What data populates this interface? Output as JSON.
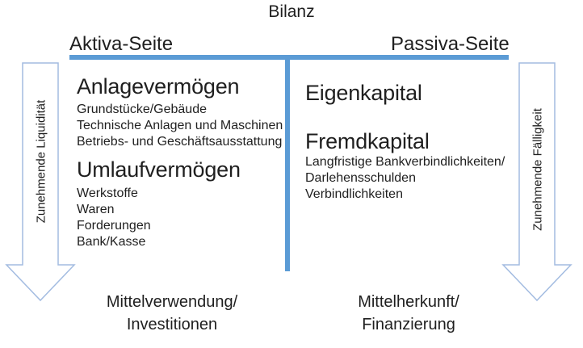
{
  "title": "Bilanz",
  "columns": {
    "left": {
      "header": "Aktiva-Seite",
      "sections": [
        {
          "heading": "Anlagevermögen",
          "items": [
            "Grundstücke/Gebäude",
            "Technische Anlagen und Maschinen",
            "Betriebs- und Geschäftsausstattung"
          ]
        },
        {
          "heading": "Umlaufvermögen",
          "items": [
            "Werkstoffe",
            "Waren",
            "Forderungen",
            "Bank/Kasse"
          ]
        }
      ],
      "caption": {
        "line1": "Mittelverwendung/",
        "line2": "Investitionen"
      },
      "arrow_label": "Zunehmende Liquidität"
    },
    "right": {
      "header": "Passiva-Seite",
      "sections": [
        {
          "heading": "Eigenkapital",
          "items": []
        },
        {
          "heading": "Fremdkapital",
          "items": [
            "Langfristige Bankverbindlichkeiten/",
            "Darlehensschulden",
            "Verbindlichkeiten"
          ]
        }
      ],
      "caption": {
        "line1": "Mittelherkunft/",
        "line2": "Finanzierung"
      },
      "arrow_label": "Zunehmende Fälligkeit"
    }
  },
  "colors": {
    "line_blue": "#5b9bd5",
    "arrow_stroke": "#a3bce1",
    "text": "#1f1f1f"
  }
}
